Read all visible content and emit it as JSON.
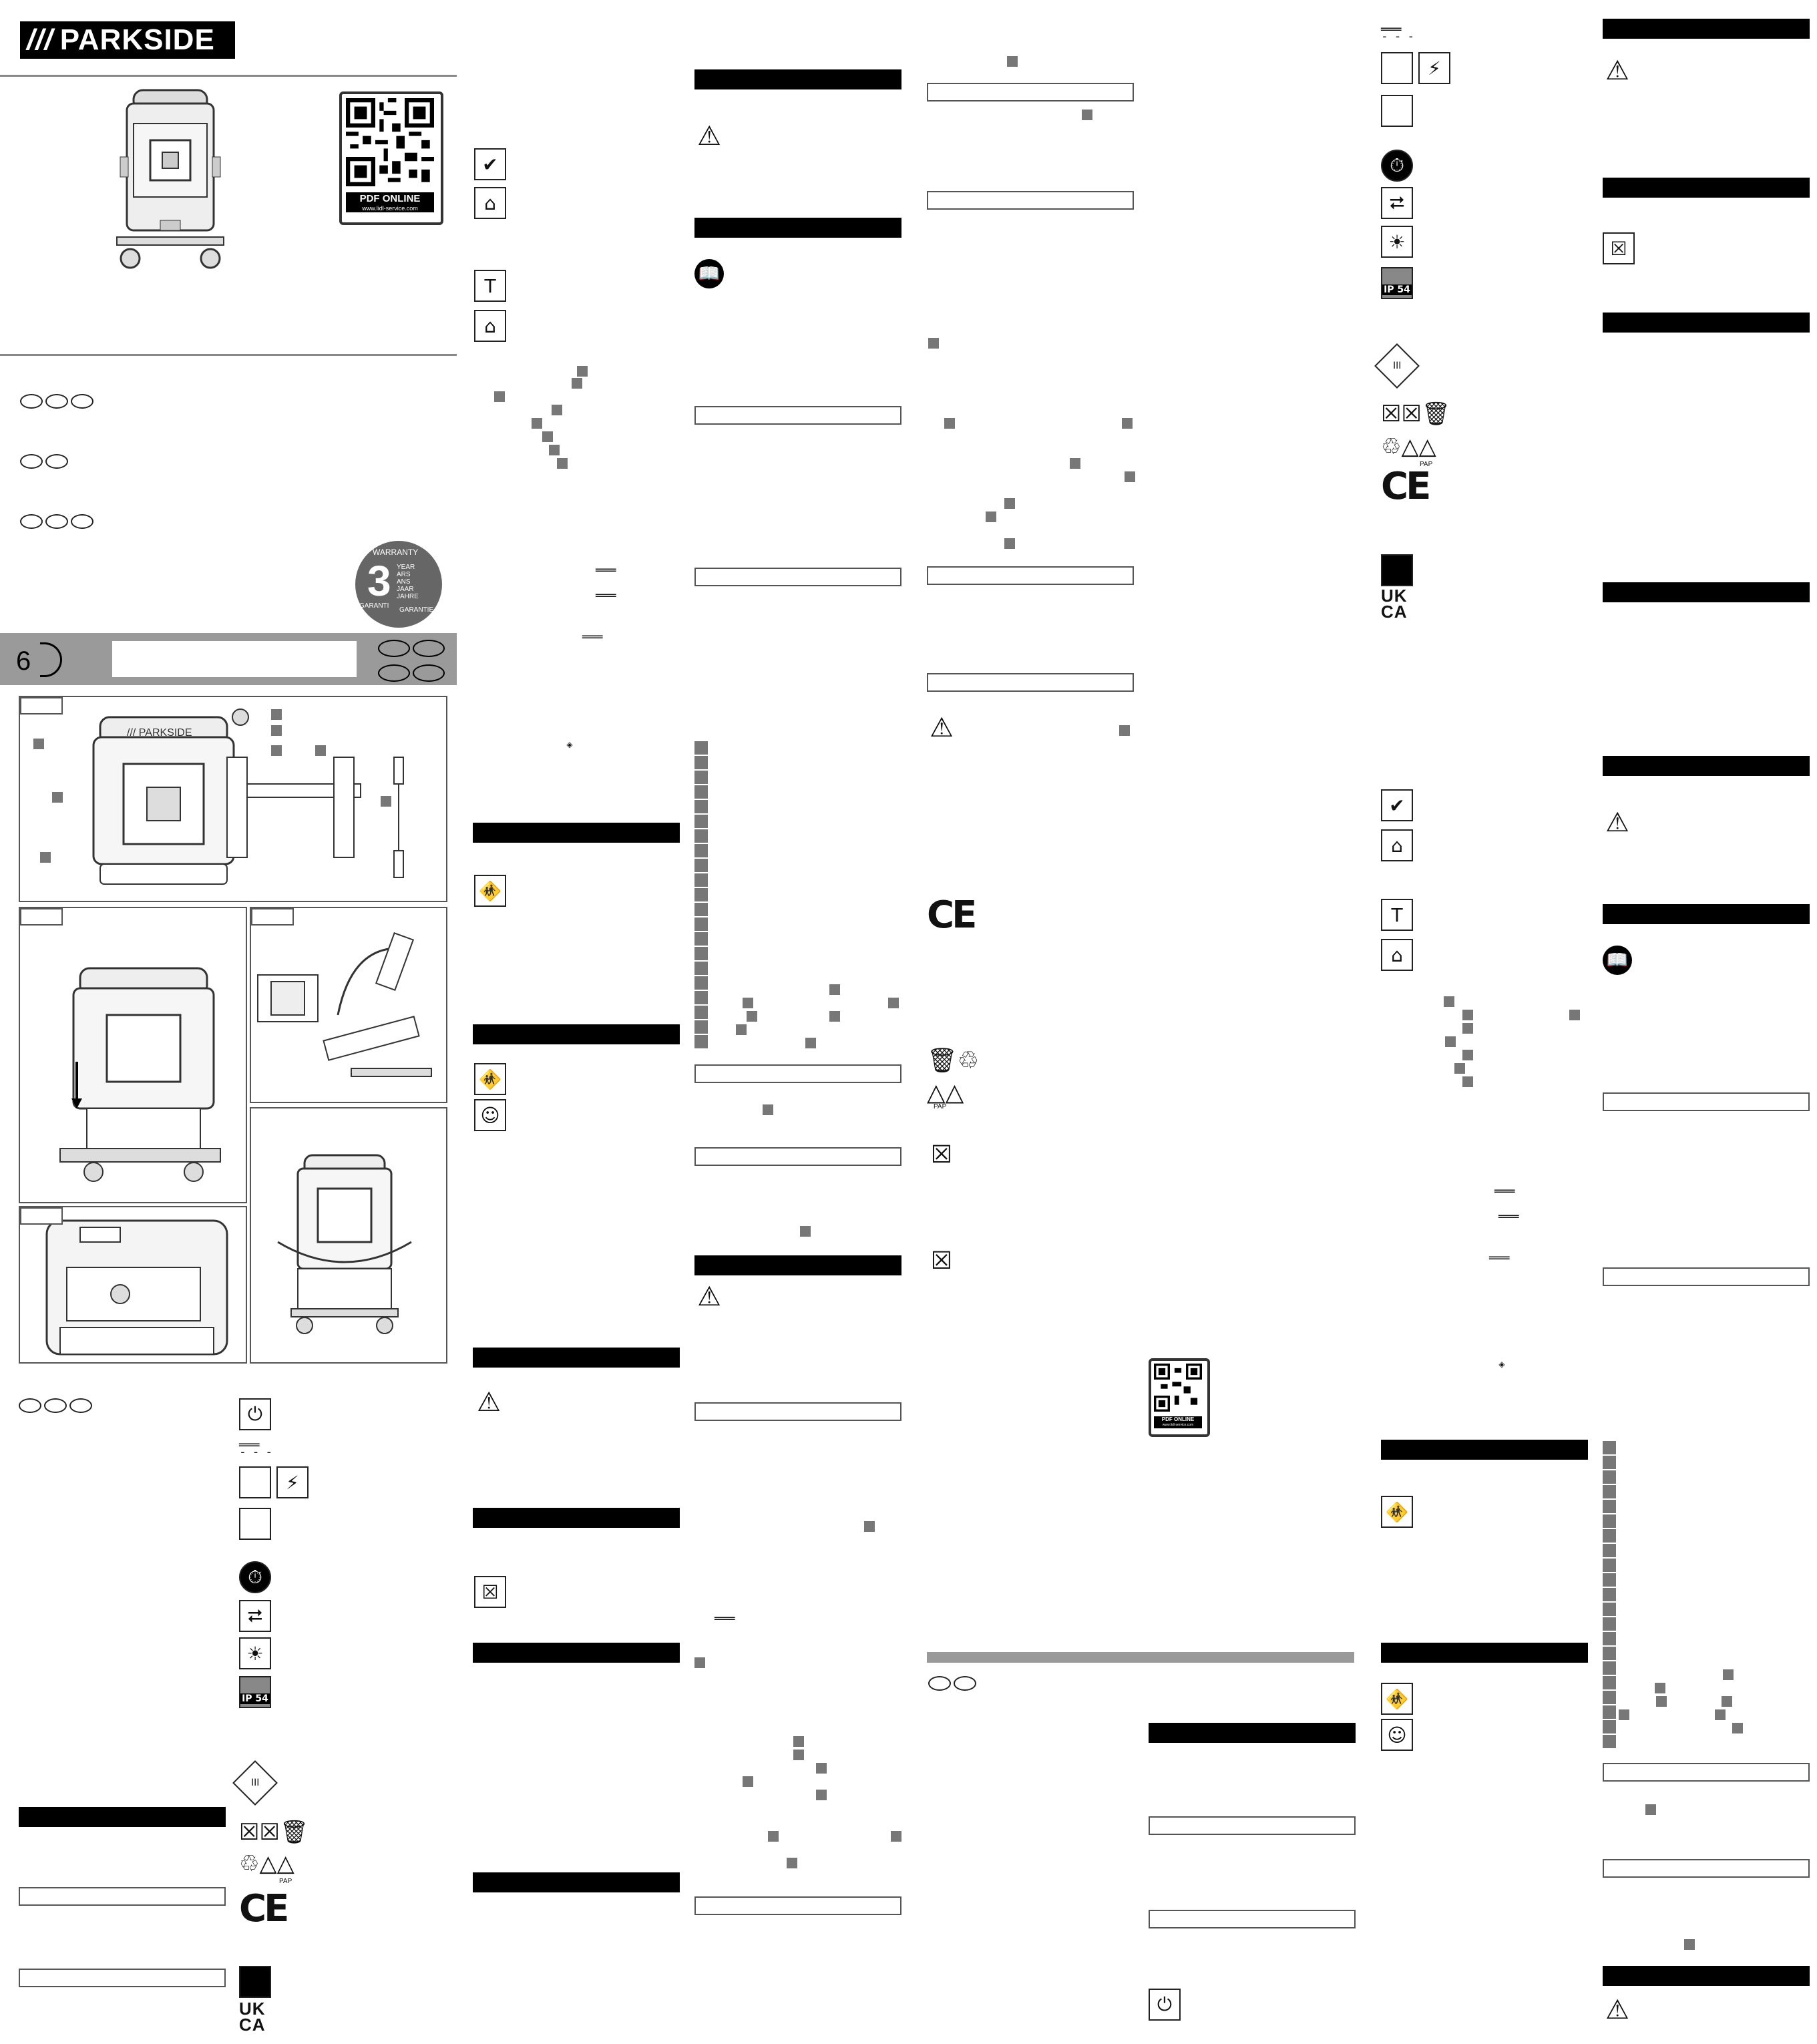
{
  "brand": {
    "name": "PARKSIDE",
    "mark": "///"
  },
  "qr": {
    "label_top": "PDF ONLINE",
    "label_url": "www.lidl-service.com"
  },
  "warranty": {
    "years": "3",
    "top": "WARRANTY",
    "right_lines": [
      "YEAR",
      "ARS",
      "ANS",
      "JAAR",
      "JAHRE"
    ],
    "bottom_left": "GARANTI",
    "bottom_right": "GARANTIE"
  },
  "fig_header": {
    "number": "6"
  },
  "product": {
    "logo_text": "/// PARKSIDE"
  },
  "symbols": {
    "ip": "IP 54",
    "pap": "PAP",
    "ukca_top": "UK",
    "ukca_bottom": "CA",
    "ce": "CE"
  },
  "icons": {
    "power": "power-icon",
    "dc": "dc-current-icon",
    "charge": "charge-icon",
    "timer": "timer-icon",
    "usb": "usb-icon",
    "light": "light-icon",
    "ip54": "ip54-icon",
    "dispose": "disposal-icon",
    "recycle": "recycle-icon",
    "manufacturer": "manufacturer-icon",
    "warning": "warning-icon",
    "electric": "electric-hazard-icon",
    "manual": "read-manual-icon"
  }
}
